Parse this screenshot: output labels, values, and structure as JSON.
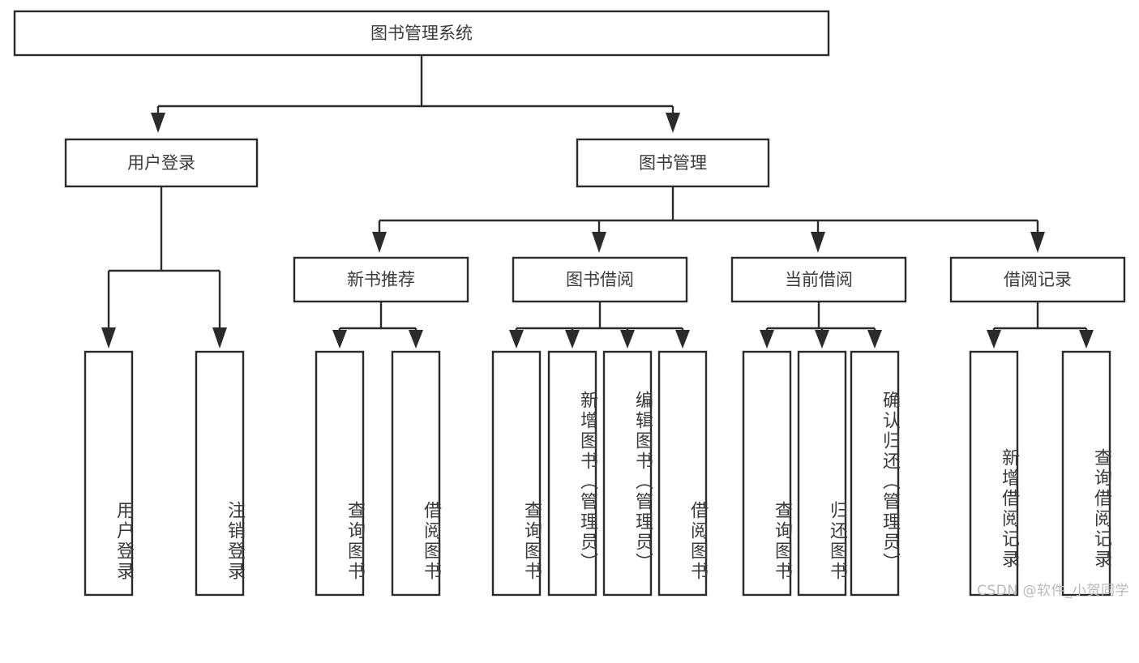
{
  "diagram": {
    "type": "tree",
    "orientation": "top-down",
    "title": "图书管理系统",
    "style": {
      "box_fill": "#ffffff",
      "box_stroke": "#2b2b2b",
      "text_color": "#3b3b3b",
      "background": "#ffffff",
      "watermark_color": "#b9b9b9"
    },
    "root": {
      "label": "图书管理系统"
    },
    "level1": [
      {
        "label": "用户登录"
      },
      {
        "label": "图书管理"
      }
    ],
    "level2": [
      {
        "label": "新书推荐"
      },
      {
        "label": "图书借阅"
      },
      {
        "label": "当前借阅"
      },
      {
        "label": "借阅记录"
      }
    ],
    "leaves": [
      {
        "label": "用户登录",
        "parent": "用户登录"
      },
      {
        "label": "注销登录",
        "parent": "用户登录"
      },
      {
        "label": "查询图书",
        "parent": "新书推荐"
      },
      {
        "label": "借阅图书",
        "parent": "新书推荐"
      },
      {
        "label": "查询图书",
        "parent": "图书借阅"
      },
      {
        "label": "新增图书（管理员）",
        "parent": "图书借阅"
      },
      {
        "label": "编辑图书（管理员）",
        "parent": "图书借阅"
      },
      {
        "label": "借阅图书",
        "parent": "图书借阅"
      },
      {
        "label": "查询图书",
        "parent": "当前借阅"
      },
      {
        "label": "归还图书",
        "parent": "当前借阅"
      },
      {
        "label": "确认归还（管理员）",
        "parent": "当前借阅"
      },
      {
        "label": "新增借阅记录",
        "parent": "借阅记录"
      },
      {
        "label": "查询借阅记录",
        "parent": "借阅记录"
      }
    ],
    "watermark": "CSDN @软件_小贺同学"
  }
}
